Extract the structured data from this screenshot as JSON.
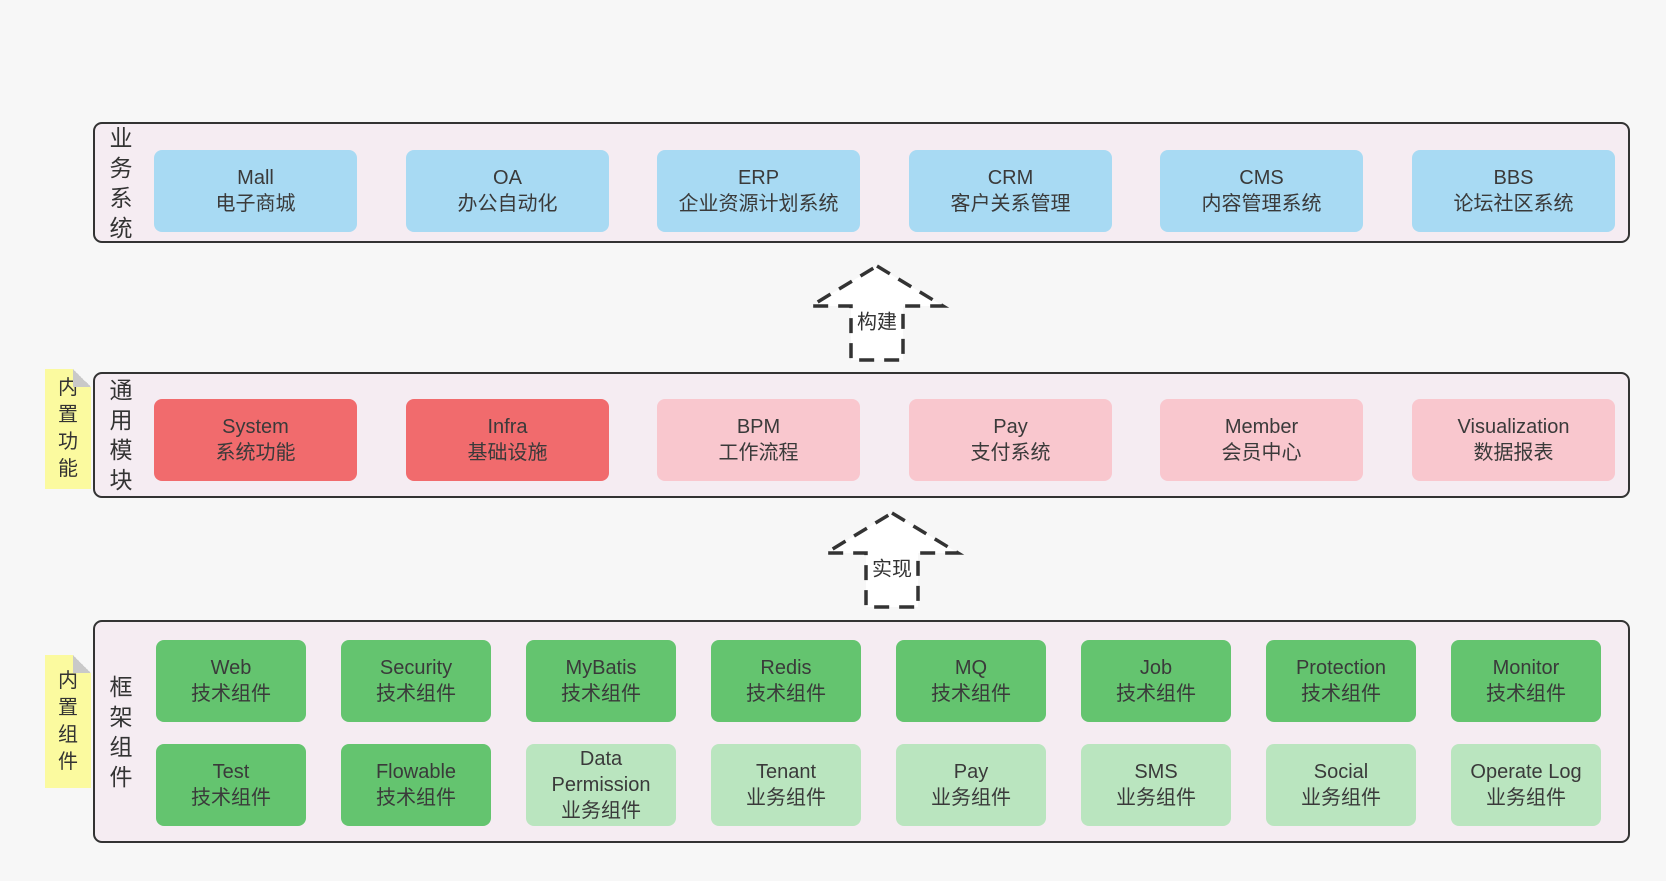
{
  "colors": {
    "page_bg": "#f7f7f7",
    "container_bg": "#f5ecf2",
    "container_border": "#333333",
    "blue_box": "#a8daf3",
    "red_box": "#f16b6d",
    "pink_box": "#f9c7ce",
    "green_dark_box": "#64c46f",
    "green_light_box": "#bae5bf",
    "sticky_note": "#fbfa9f",
    "note_fold": "#c9c9c9",
    "text": "#3a3a3a"
  },
  "layers": [
    {
      "side_label": "业务系统",
      "boxes": [
        {
          "name": "Mall",
          "subtitle": "电子商城",
          "variant": "blue"
        },
        {
          "name": "OA",
          "subtitle": "办公自动化",
          "variant": "blue"
        },
        {
          "name": "ERP",
          "subtitle": "企业资源计划系统",
          "variant": "blue"
        },
        {
          "name": "CRM",
          "subtitle": "客户关系管理",
          "variant": "blue"
        },
        {
          "name": "CMS",
          "subtitle": "内容管理系统",
          "variant": "blue"
        },
        {
          "name": "BBS",
          "subtitle": "论坛社区系统",
          "variant": "blue"
        }
      ]
    },
    {
      "side_label": "通用模块",
      "boxes": [
        {
          "name": "System",
          "subtitle": "系统功能",
          "variant": "red"
        },
        {
          "name": "Infra",
          "subtitle": "基础设施",
          "variant": "red"
        },
        {
          "name": "BPM",
          "subtitle": "工作流程",
          "variant": "pink"
        },
        {
          "name": "Pay",
          "subtitle": "支付系统",
          "variant": "pink"
        },
        {
          "name": "Member",
          "subtitle": "会员中心",
          "variant": "pink"
        },
        {
          "name": "Visualization",
          "subtitle": "数据报表",
          "variant": "pink"
        }
      ]
    },
    {
      "side_label": "框架组件",
      "rows": [
        [
          {
            "name": "Web",
            "subtitle": "技术组件",
            "variant": "green_dark"
          },
          {
            "name": "Security",
            "subtitle": "技术组件",
            "variant": "green_dark"
          },
          {
            "name": "MyBatis",
            "subtitle": "技术组件",
            "variant": "green_dark"
          },
          {
            "name": "Redis",
            "subtitle": "技术组件",
            "variant": "green_dark"
          },
          {
            "name": "MQ",
            "subtitle": "技术组件",
            "variant": "green_dark"
          },
          {
            "name": "Job",
            "subtitle": "技术组件",
            "variant": "green_dark"
          },
          {
            "name": "Protection",
            "subtitle": "技术组件",
            "variant": "green_dark"
          },
          {
            "name": "Monitor",
            "subtitle": "技术组件",
            "variant": "green_dark"
          }
        ],
        [
          {
            "name": "Test",
            "subtitle": "技术组件",
            "variant": "green_dark"
          },
          {
            "name": "Flowable",
            "subtitle": "技术组件",
            "variant": "green_dark"
          },
          {
            "name": "Data Permission",
            "subtitle": "业务组件",
            "variant": "green_light"
          },
          {
            "name": "Tenant",
            "subtitle": "业务组件",
            "variant": "green_light"
          },
          {
            "name": "Pay",
            "subtitle": "业务组件",
            "variant": "green_light"
          },
          {
            "name": "SMS",
            "subtitle": "业务组件",
            "variant": "green_light"
          },
          {
            "name": "Social",
            "subtitle": "业务组件",
            "variant": "green_light"
          },
          {
            "name": "Operate Log",
            "subtitle": "业务组件",
            "variant": "green_light"
          }
        ]
      ]
    }
  ],
  "notes": [
    {
      "label": "内置功能"
    },
    {
      "label": "内置组件"
    }
  ],
  "arrows": [
    {
      "label": "构建"
    },
    {
      "label": "实现"
    }
  ]
}
